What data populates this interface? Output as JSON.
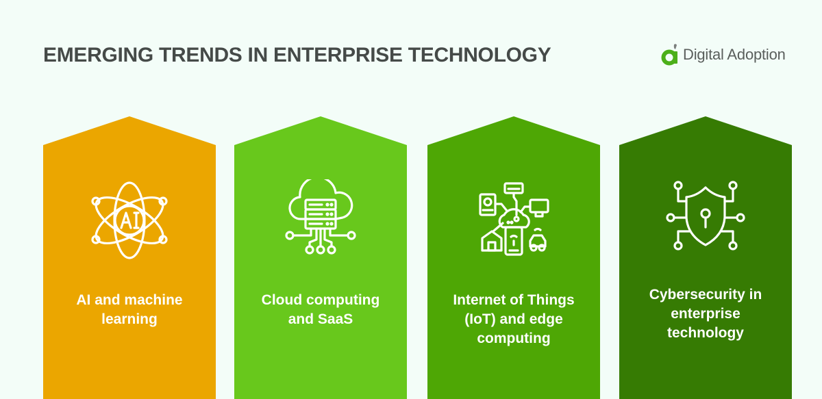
{
  "header": {
    "title": "EMERGING TRENDS IN ENTERPRISE TECHNOLOGY",
    "logo": {
      "text": "Digital Adoption",
      "icon": "digital-adoption-logo-icon",
      "brand_color": "#4caf1a",
      "leaf_color": "#7b7f7d"
    }
  },
  "cards": [
    {
      "label": "AI and machine\nlearning",
      "icon": "ai-atom-icon",
      "color": "#eba600"
    },
    {
      "label": "Cloud computing\nand SaaS",
      "icon": "cloud-server-icon",
      "color": "#68c81c"
    },
    {
      "label": "Internet of Things\n(IoT) and edge\ncomputing",
      "icon": "iot-network-icon",
      "color": "#4ea705"
    },
    {
      "label": "Cybersecurity in\nenterprise\ntechnology",
      "icon": "shield-circuit-icon",
      "color": "#367b03"
    }
  ],
  "colors": {
    "background": "#f3fdf8",
    "title": "#454a48",
    "icon_stroke": "#ffffff",
    "label_text": "#ffffff"
  }
}
